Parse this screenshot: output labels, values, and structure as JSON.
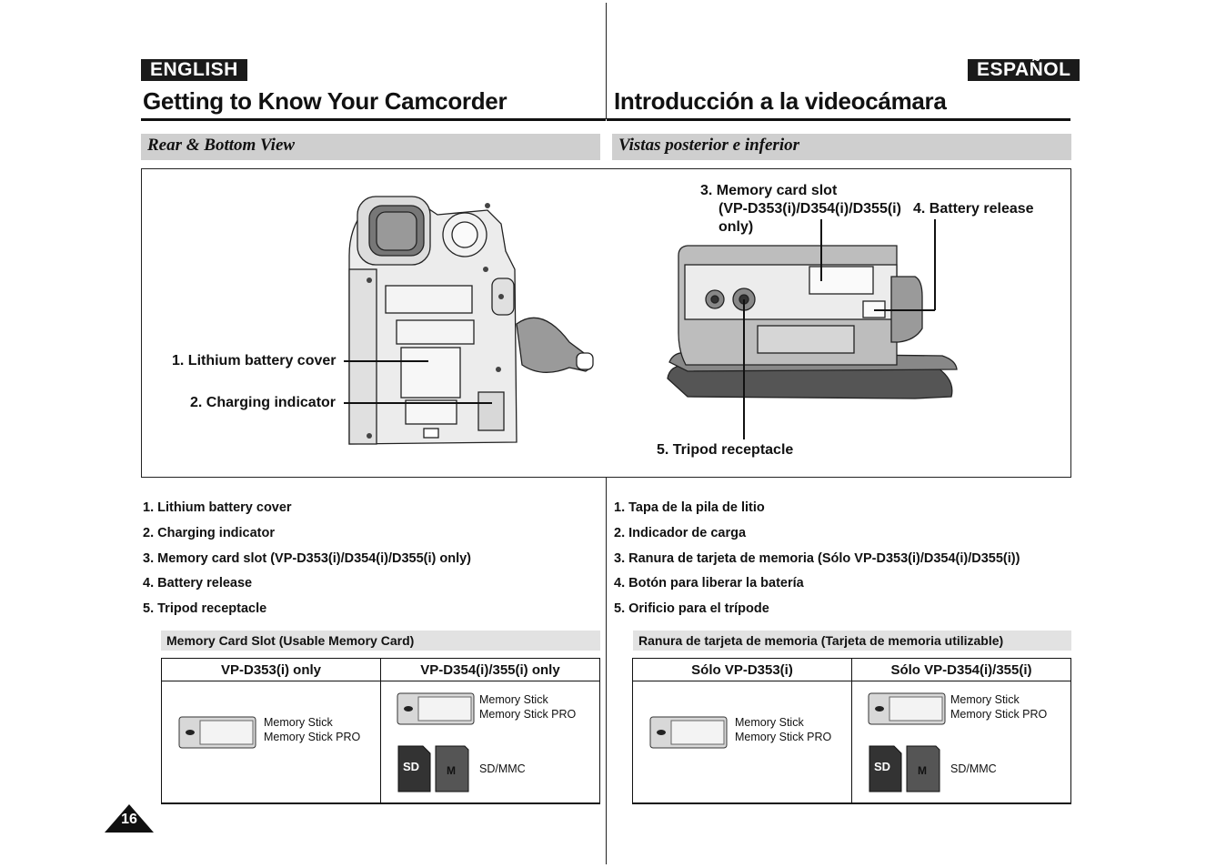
{
  "left": {
    "lang": "ENGLISH",
    "title": "Getting to Know Your Camcorder",
    "section": "Rear & Bottom View",
    "items": [
      "1.  Lithium battery cover",
      "2.  Charging indicator",
      "3.  Memory card slot (VP-D353(i)/D354(i)/D355(i) only)",
      "4.  Battery release",
      "5.  Tripod receptacle"
    ],
    "subsection": "Memory Card Slot (Usable Memory Card)",
    "table": {
      "col1": "VP-D353(i) only",
      "col2": "VP-D354(i)/355(i) only",
      "ms_line1": "Memory Stick",
      "ms_line2": "Memory Stick PRO",
      "sd": "SD/MMC"
    }
  },
  "right": {
    "lang": "ESPAÑOL",
    "title": "Introducción a la videocámara",
    "section": "Vistas posterior e inferior",
    "items": [
      "1.  Tapa de la pila de litio",
      "2.  Indicador de carga",
      "3.  Ranura de tarjeta de memoria (Sólo VP-D353(i)/D354(i)/D355(i))",
      "4.  Botón para liberar la batería",
      "5.  Orificio para el trípode"
    ],
    "subsection": "Ranura de tarjeta de memoria (Tarjeta de memoria utilizable)",
    "table": {
      "col1": "Sólo VP-D353(i)",
      "col2": "Sólo VP-D354(i)/355(i)",
      "ms_line1": "Memory Stick",
      "ms_line2": "Memory Stick PRO",
      "sd": "SD/MMC"
    }
  },
  "figure": {
    "callout1": "1. Lithium battery cover",
    "callout2": "2. Charging indicator",
    "callout3_line1": "3. Memory card slot",
    "callout3_line2": "(VP-D353(i)/D354(i)/D355(i)",
    "callout3_line3": "only)",
    "callout4": "4. Battery release",
    "callout5": "5. Tripod receptacle"
  },
  "page_number": "16"
}
